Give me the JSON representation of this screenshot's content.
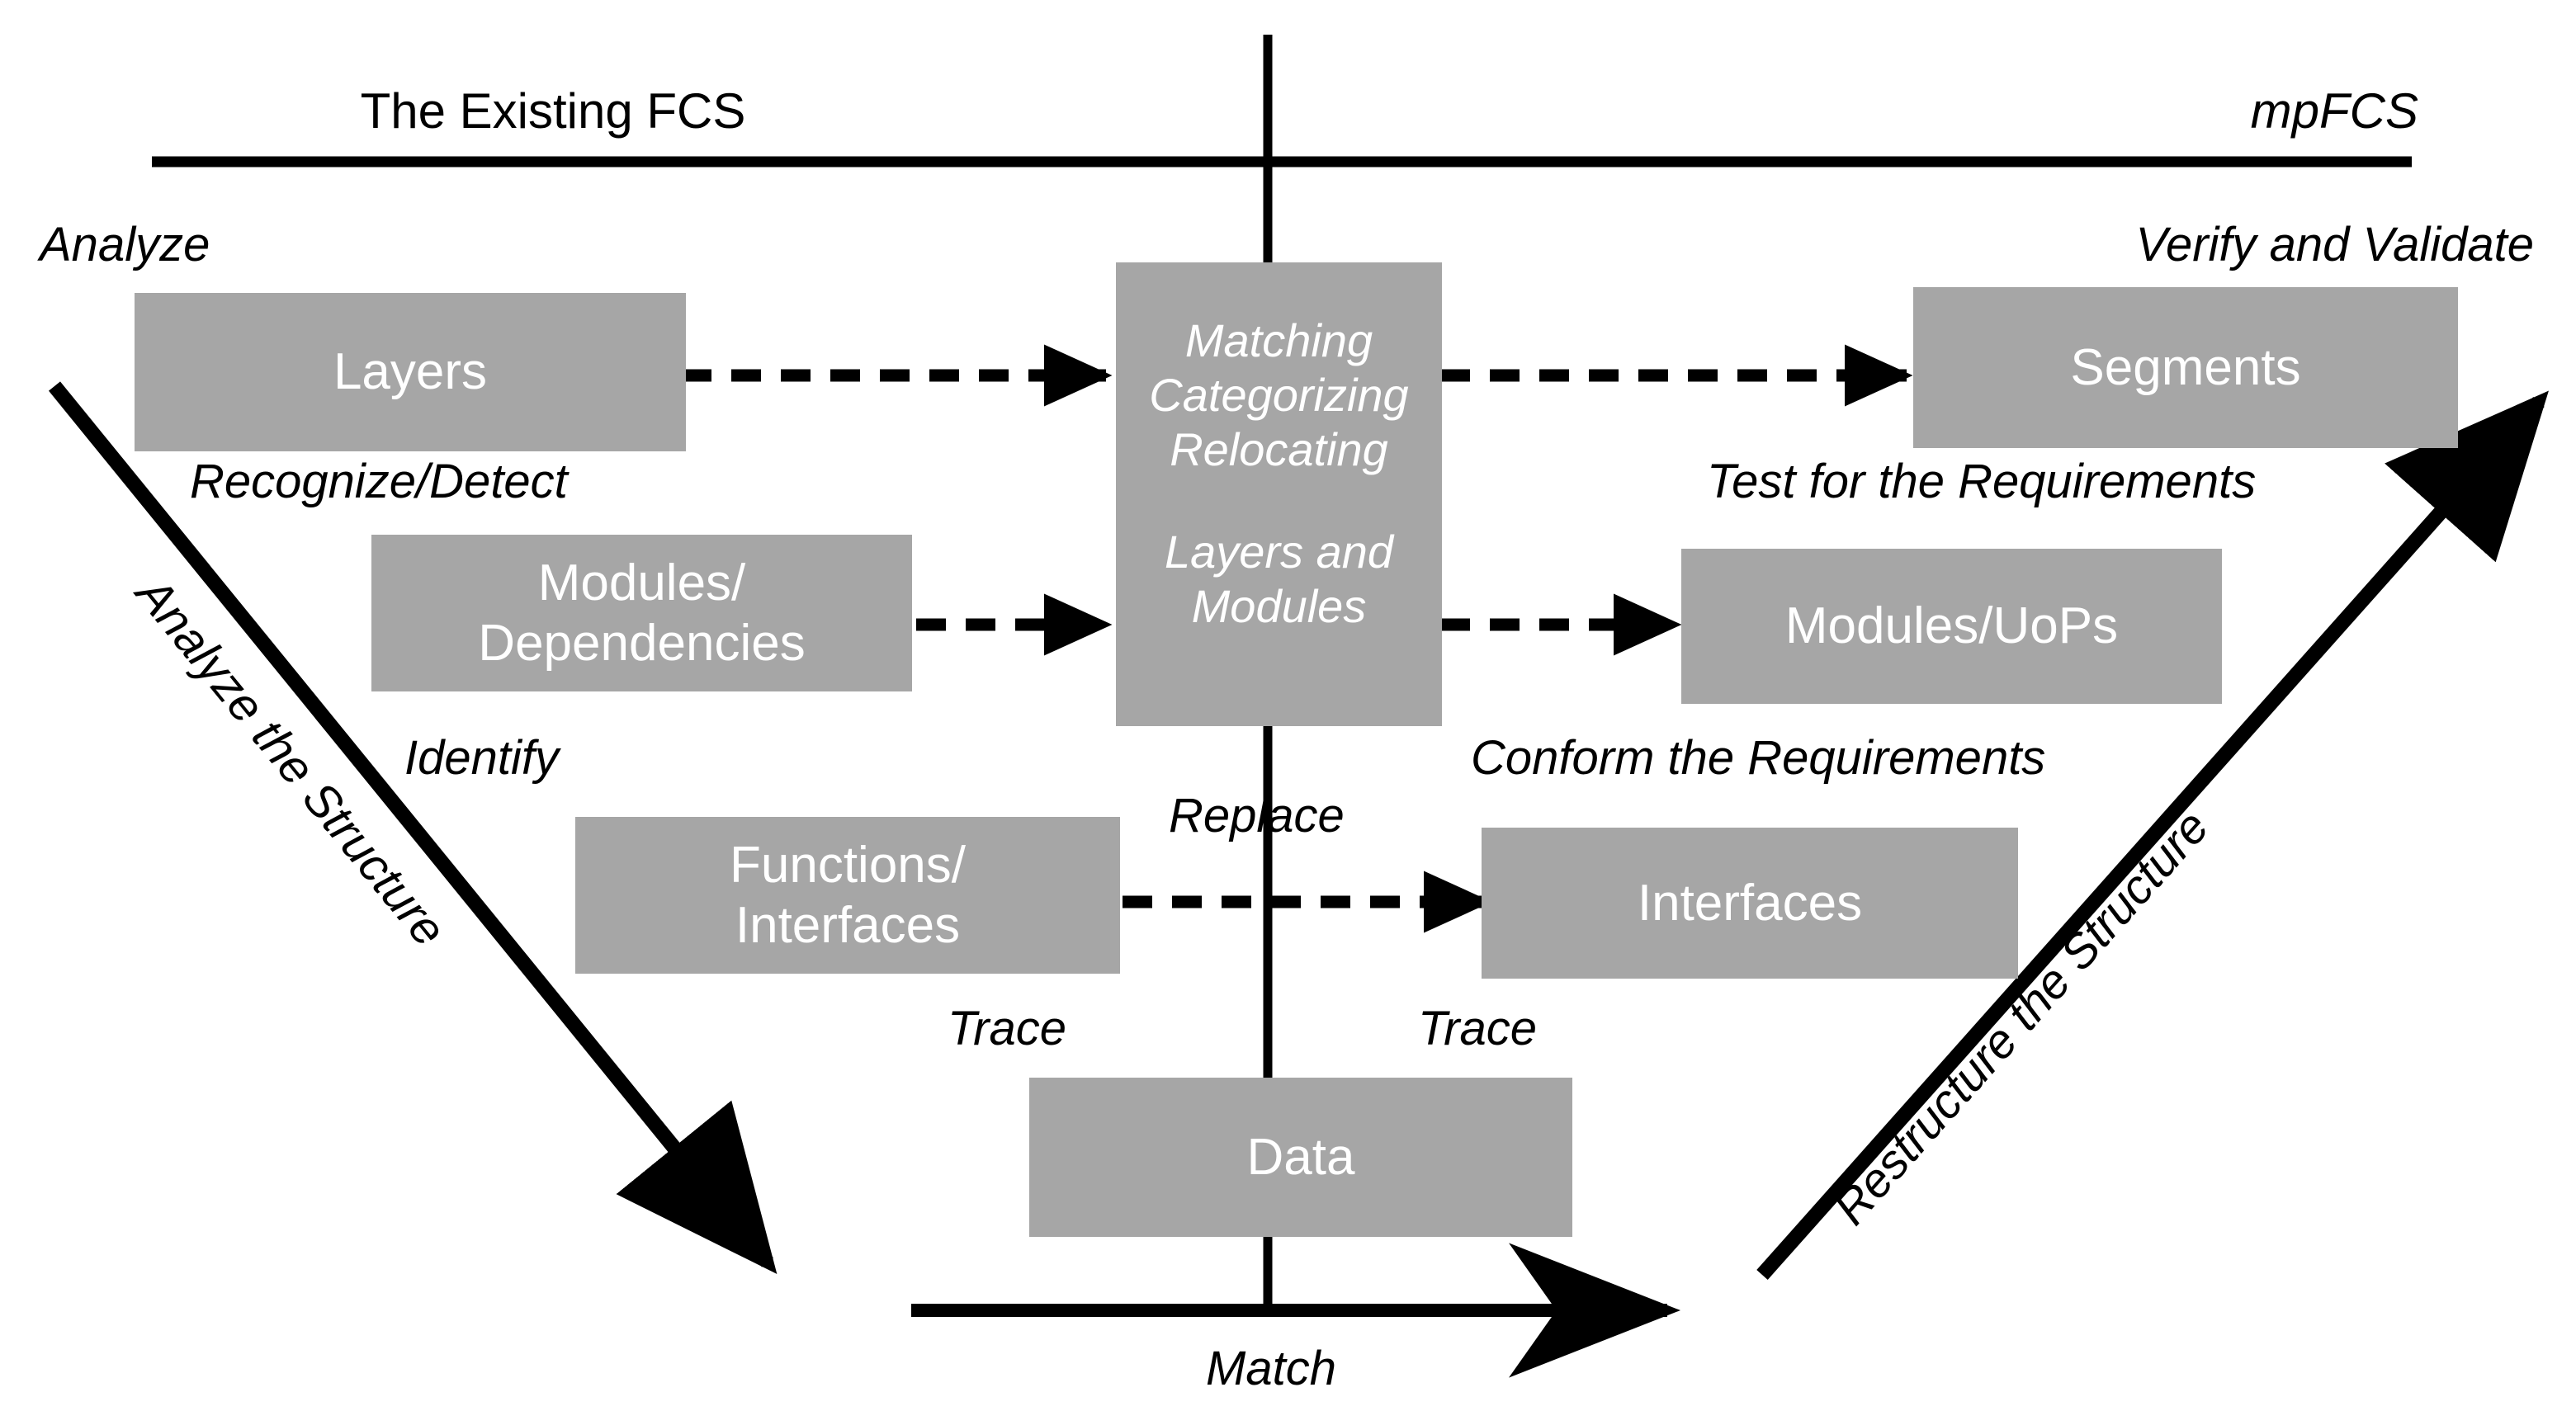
{
  "diagram": {
    "title_left": "The Existing FCS",
    "title_right": "mpFCS",
    "axis_labels": {
      "left_diagonal": "Analyze the Structure",
      "right_diagonal": "Restructure the Structure",
      "bottom": "Match"
    },
    "left_stage_labels": [
      {
        "id": "analyze",
        "text": "Analyze"
      },
      {
        "id": "recognize-detect",
        "text": "Recognize/Detect"
      },
      {
        "id": "identify",
        "text": "Identify"
      },
      {
        "id": "trace-left",
        "text": "Trace"
      }
    ],
    "right_stage_labels": [
      {
        "id": "verify-and-validate",
        "text": "Verify and Validate"
      },
      {
        "id": "test-for-the-requirements",
        "text": "Test for the Requirements"
      },
      {
        "id": "conform-the-requirements",
        "text": "Conform the Requirements"
      },
      {
        "id": "trace-right",
        "text": "Trace"
      }
    ],
    "center_labels": [
      {
        "id": "replace",
        "text": "Replace"
      }
    ],
    "left_boxes": [
      {
        "id": "layers",
        "lines": [
          "Layers"
        ]
      },
      {
        "id": "modules-dependencies",
        "lines": [
          "Modules/",
          "Dependencies"
        ]
      },
      {
        "id": "functions-interfaces",
        "lines": [
          "Functions/",
          "Interfaces"
        ]
      },
      {
        "id": "data",
        "lines": [
          "Data"
        ]
      }
    ],
    "center_box": {
      "id": "matching-categorizing-relocating",
      "lines_top": [
        "Matching",
        "Categorizing",
        "Relocating"
      ],
      "lines_bottom": [
        "Layers and",
        "Modules"
      ]
    },
    "right_boxes": [
      {
        "id": "segments",
        "lines": [
          "Segments"
        ]
      },
      {
        "id": "modules-uops",
        "lines": [
          "Modules/UoPs"
        ]
      },
      {
        "id": "interfaces",
        "lines": [
          "Interfaces"
        ]
      }
    ],
    "colors": {
      "box_fill": "#a6a6a6",
      "box_text": "#ffffff",
      "line": "#000000",
      "background": "#ffffff"
    }
  }
}
